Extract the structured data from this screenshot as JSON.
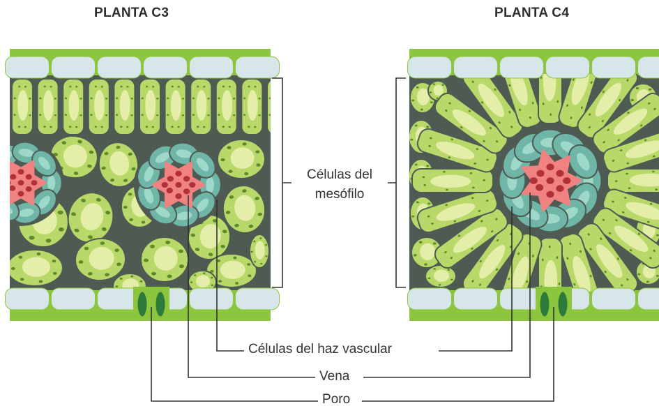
{
  "titles": {
    "c3": "PLANTA C3",
    "c4": "PLANTA C4"
  },
  "labels": {
    "mesophyll_line1": "Células del",
    "mesophyll_line2": "mesófilo",
    "bundle_sheath": "Células del haz vascular",
    "vein": "Vena",
    "pore": "Poro"
  },
  "colors": {
    "epidermis_band": "#8cc63f",
    "epidermis_cell": "#d6e6e9",
    "mesophyll_cell": "#b8d96a",
    "mesophyll_vacuole": "#e4eea8",
    "chloroplast": "#5e8a2a",
    "cell_wall": "#4f5b52",
    "bundle_sheath": "#6fb5a8",
    "vein": "#f08282",
    "xylem": "#b2303a",
    "guard_cell": "#2e7a3a",
    "leader_line": "#333333"
  }
}
